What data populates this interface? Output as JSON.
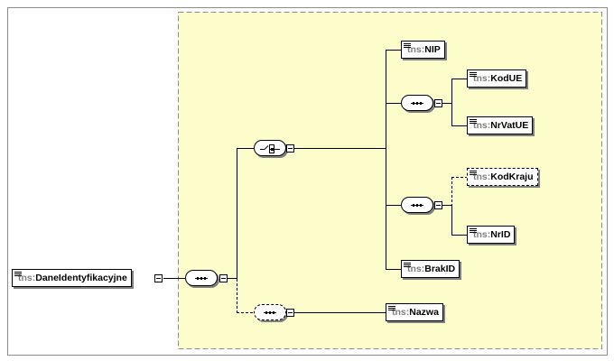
{
  "diagram": {
    "root": {
      "prefix": "tns:",
      "name": "DaneIdentyfikacyjne"
    },
    "elements": {
      "nip": {
        "prefix": "tns:",
        "name": "NIP"
      },
      "kodue": {
        "prefix": "tns:",
        "name": "KodUE"
      },
      "nrvatue": {
        "prefix": "tns:",
        "name": "NrVatUE"
      },
      "kodkraju": {
        "prefix": "tns:",
        "name": "KodKraju"
      },
      "nrid": {
        "prefix": "tns:",
        "name": "NrID"
      },
      "brakid": {
        "prefix": "tns:",
        "name": "BrakID"
      },
      "nazwa": {
        "prefix": "tns:",
        "name": "Nazwa"
      }
    },
    "compositors": {
      "root_sequence": "sequence",
      "choice": "choice",
      "eu_sequence": "sequence",
      "foreign_sequence": "sequence",
      "name_sequence": "sequence"
    },
    "colors": {
      "type_area_fill": "#fdfdcc",
      "type_area_border": "#8c8c8c",
      "prefix": "#7f7f7f",
      "shadow": "#7f7f7f"
    }
  }
}
